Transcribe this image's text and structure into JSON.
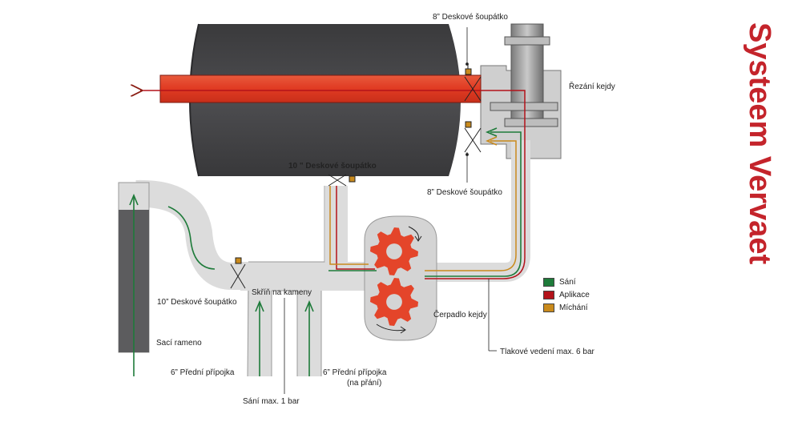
{
  "title": "Systeem Vervaet",
  "labels": {
    "valve_top": "8” Deskové šoupátko",
    "rezani": "Řezání kejdy",
    "valve_10_center": "10 \" Deskové šoupátko",
    "valve_8_right": "8” Deskové šoupátko",
    "valve_10_left": "10” Deskové šoupátko",
    "skrin": "Skříň na kameny",
    "sacirameno": "Sací rameno",
    "predni_left": "6” Přední přípojka",
    "predni_right": "6” Přední přípojka",
    "na_prani": "(na přání)",
    "sani_max": "Sání max. 1 bar",
    "cerpadlo": "Čerpadlo kejdy",
    "tlakove": "Tlakové vedení max. 6 bar"
  },
  "legend": [
    {
      "label": "Sání",
      "color": "#1e7b3a"
    },
    {
      "label": "Aplikace",
      "color": "#b3121a"
    },
    {
      "label": "Míchání",
      "color": "#c98a1c"
    }
  ],
  "colors": {
    "tank": "#444446",
    "pipe": "#d9d9d9",
    "boom": "#e03a22",
    "gear": "#e4452a",
    "suction": "#1e7b3a",
    "application": "#b3121a",
    "mixing": "#c98a1c",
    "title": "#c4242b"
  }
}
